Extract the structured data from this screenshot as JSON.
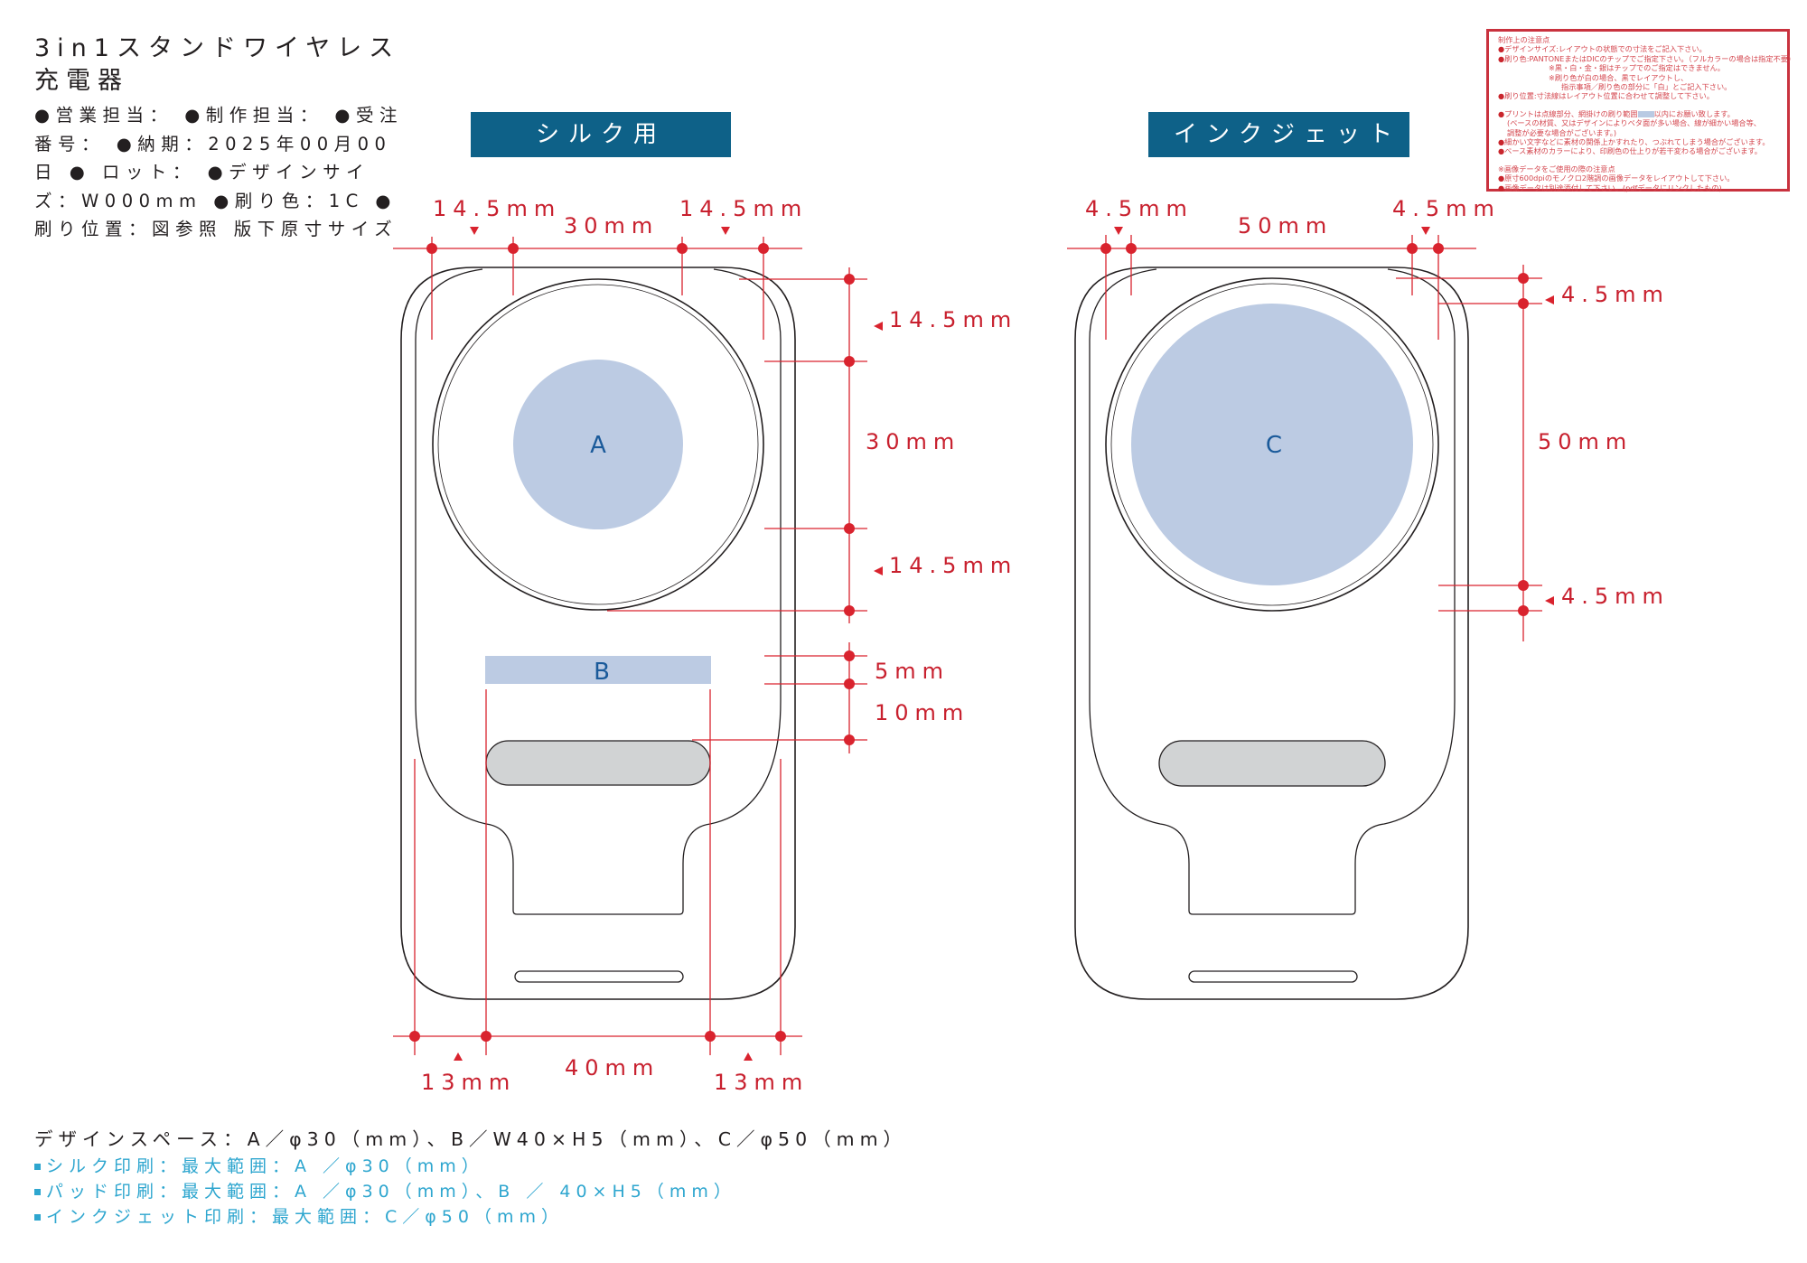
{
  "document": {
    "title": "3in1スタンドワイヤレス充電器",
    "meta_text": "●営業担当： ●制作担当： ●受注番号： ●納期：2025年00月00日 ● ロット： ●デザインサイズ：W000mm ●刷り色：1C ●刷り位置：図参照 版下原寸サイズ"
  },
  "notes": {
    "heading": "制作上の注意点",
    "lines": [
      {
        "text": "デザインサイズ:レイアウトの状態での寸法をご記入下さい。",
        "bullet": true,
        "indent": 0
      },
      {
        "text": "刷り色:PANTONEまたはDICのチップでご指定下さい。（フルカラーの場合は指定不要）",
        "bullet": true,
        "indent": 0
      },
      {
        "text": "※黒・白・金・銀はチップでのご指定はできません。",
        "bullet": false,
        "indent": 1
      },
      {
        "text": "※刷り色が白の場合、黒でレイアウトし、",
        "bullet": false,
        "indent": 1
      },
      {
        "text": "指示事項／刷り色の部分に「白」とご記入下さい。",
        "bullet": false,
        "indent": 2
      },
      {
        "text": "刷り位置:寸法線はレイアウト位置に合わせて調整して下さい。",
        "bullet": true,
        "indent": 0
      },
      {
        "text": "",
        "bullet": false,
        "indent": -1
      },
      {
        "text": "プリントは点線部分、網掛けの刷り範囲[swatch]以内にお願い致します。",
        "bullet": true,
        "indent": 0
      },
      {
        "text": "(ベースの材質、又はデザインによりベタ面が多い場合、線が細かい場合等、",
        "bullet": false,
        "indent": 3
      },
      {
        "text": "調整が必要な場合がございます。)",
        "bullet": false,
        "indent": 3
      },
      {
        "text": "細かい文字などに素材の関係上かすれたり、つぶれてしまう場合がございます。",
        "bullet": true,
        "indent": 0
      },
      {
        "text": "ベース素材のカラーにより、印刷色の仕上りが若干変わる場合がございます。",
        "bullet": true,
        "indent": 0
      },
      {
        "text": "",
        "bullet": false,
        "indent": -1
      },
      {
        "text": "※画像データをご使用の際の注意点",
        "bullet": false,
        "indent": 0
      },
      {
        "text": "原寸600dpiのモノクロ2階調の画像データをレイアウトして下さい。",
        "bullet": true,
        "indent": 0
      },
      {
        "text": "画像データは別途添付して下さい。(pdfデータにリンクしたもの)",
        "bullet": true,
        "indent": 0
      }
    ]
  },
  "panels": {
    "silk": {
      "header": "シルク用",
      "zone_a_label": "A",
      "zone_b_label": "B",
      "dims": {
        "top_left": "14.5mm",
        "top_center": "30mm",
        "top_right": "14.5mm",
        "right_upper": "14.5mm",
        "right_center": "30mm",
        "right_lower": "14.5mm",
        "right_b_height": "5mm",
        "right_b_gap": "10mm",
        "bottom_left": "13mm",
        "bottom_center": "40mm",
        "bottom_right": "13mm"
      }
    },
    "inkjet": {
      "header": "インクジェット",
      "zone_c_label": "C",
      "dims": {
        "top_left": "4.5mm",
        "top_center": "50mm",
        "top_right": "4.5mm",
        "right_upper": "4.5mm",
        "right_center": "50mm",
        "right_lower": "4.5mm"
      }
    }
  },
  "footer": {
    "design_space": "デザインスペース：A／φ30（mm）、B／W40×H5（mm）、C／φ50（mm）",
    "methods": [
      "シルク印刷：最大範囲：A ／φ30（mm）",
      "パッド印刷：最大範囲：A ／φ30（mm）、B ／ 40×H5（mm）",
      "インクジェット印刷：最大範囲：C／φ50（mm）"
    ]
  },
  "colors": {
    "header_bg": "#0e6188",
    "dimension_red": "#d9232e",
    "print_area": "#bccbe3",
    "zone_label": "#1a5a9a",
    "notes_border": "#c9323e",
    "footer_accent": "#2ea6cf"
  }
}
